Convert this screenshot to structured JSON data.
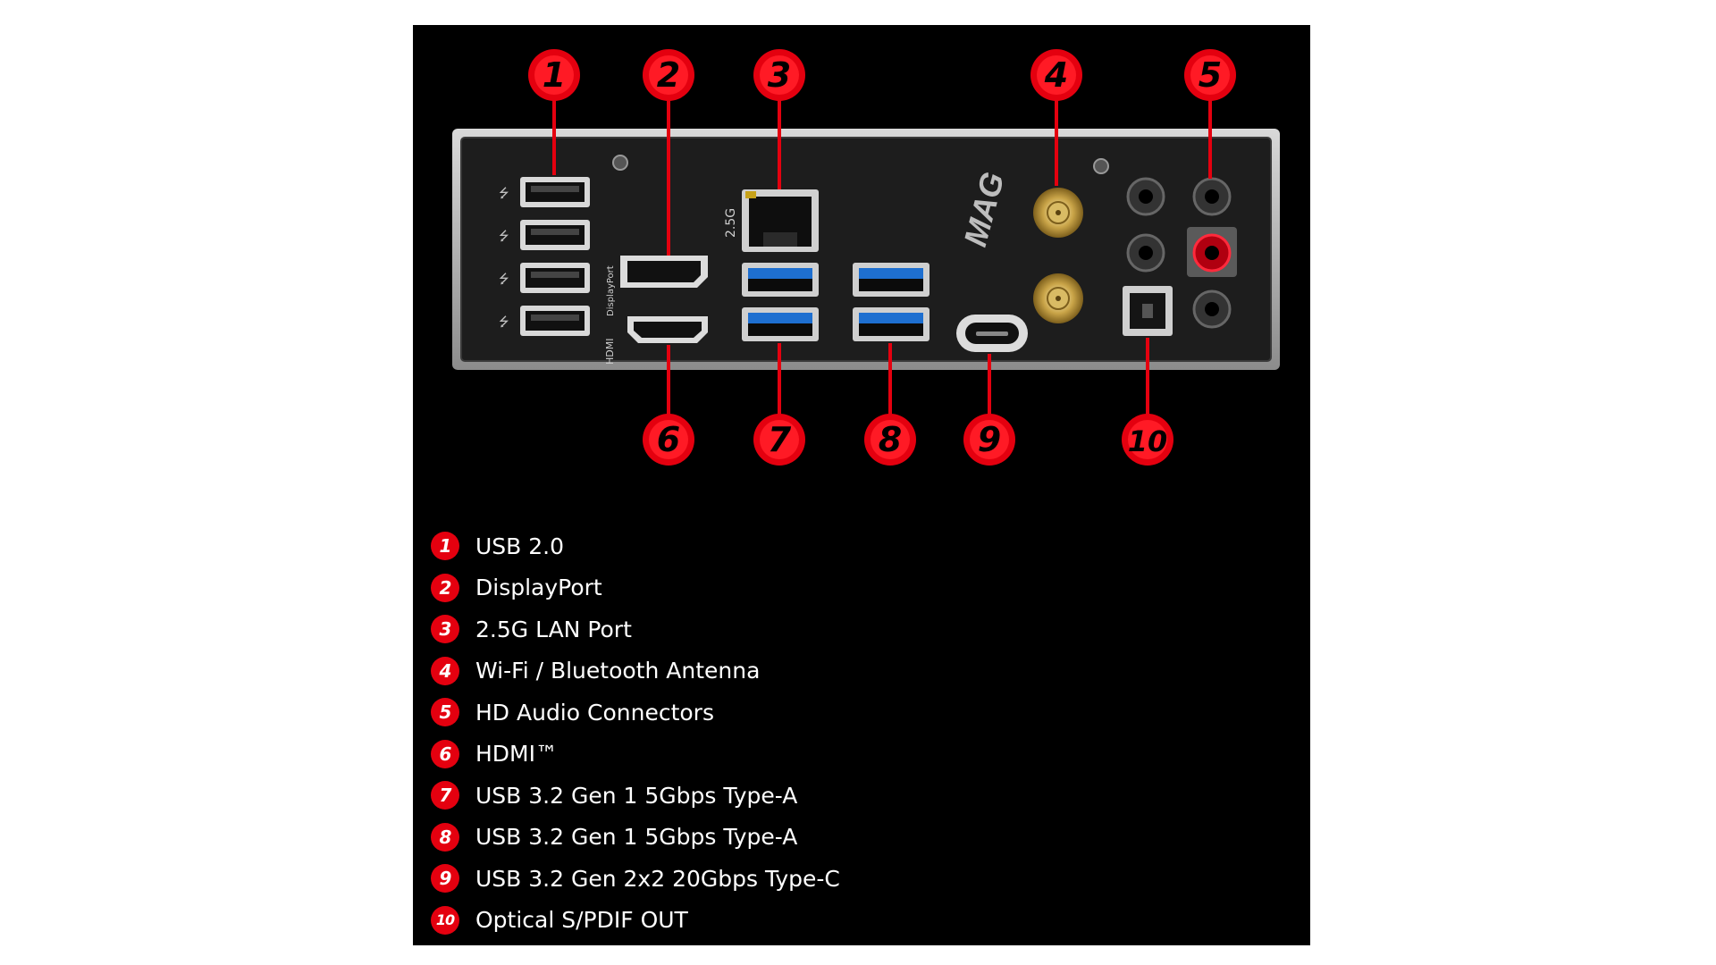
{
  "colors": {
    "accent": "#e4000f",
    "background": "#000000",
    "panel": "#1f1f1f",
    "usb3_blue": "#1e6fd0",
    "text": "#ffffff"
  },
  "panel": {
    "logo": "MAG",
    "lan_label": "2.5G",
    "hdmi_label": "HDMI",
    "dp_label": "DisplayPort"
  },
  "callouts": [
    {
      "num": "1",
      "label": "USB 2.0"
    },
    {
      "num": "2",
      "label": "DisplayPort"
    },
    {
      "num": "3",
      "label": "2.5G LAN Port"
    },
    {
      "num": "4",
      "label": "Wi-Fi / Bluetooth Antenna"
    },
    {
      "num": "5",
      "label": "HD Audio Connectors"
    },
    {
      "num": "6",
      "label": "HDMI™"
    },
    {
      "num": "7",
      "label": "USB 3.2 Gen 1 5Gbps Type-A"
    },
    {
      "num": "8",
      "label": "USB 3.2 Gen 1 5Gbps Type-A"
    },
    {
      "num": "9",
      "label": "USB 3.2 Gen 2x2 20Gbps Type-C"
    },
    {
      "num": "10",
      "label": "Optical S/PDIF OUT"
    }
  ]
}
